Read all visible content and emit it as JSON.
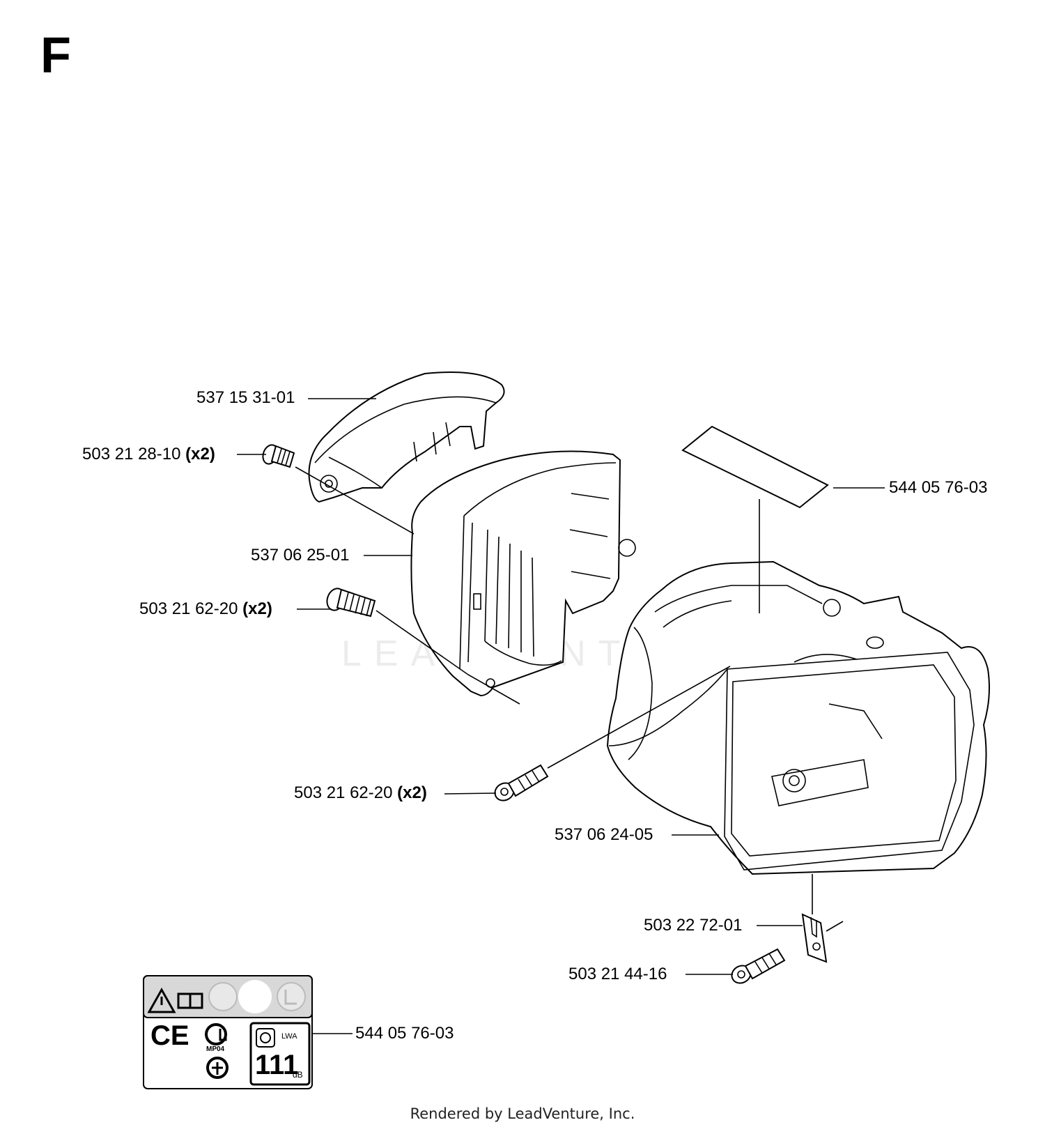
{
  "diagram": {
    "section_letter": "F",
    "watermark": "LEADVENTURE",
    "footer": "Rendered by LeadVenture, Inc.",
    "callouts": [
      {
        "id": "c1",
        "part": "537 15 31-01",
        "qty": ""
      },
      {
        "id": "c2",
        "part": "503 21 28-10",
        "qty": "(x2)"
      },
      {
        "id": "c3",
        "part": "537 06 25-01",
        "qty": ""
      },
      {
        "id": "c4",
        "part": "503 21 62-20",
        "qty": "(x2)"
      },
      {
        "id": "c5",
        "part": "544 05 76-03",
        "qty": ""
      },
      {
        "id": "c6",
        "part": "503 21 62-20",
        "qty": "(x2)"
      },
      {
        "id": "c7",
        "part": "537 06 24-05",
        "qty": ""
      },
      {
        "id": "c8",
        "part": "503 22 72-01",
        "qty": ""
      },
      {
        "id": "c9",
        "part": "503 21 44-16",
        "qty": ""
      },
      {
        "id": "c10",
        "part": "544 05 76-03",
        "qty": ""
      }
    ],
    "label_decal": {
      "marks": [
        "CE",
        "MP04",
        "LWA",
        "111",
        "dB"
      ]
    }
  }
}
